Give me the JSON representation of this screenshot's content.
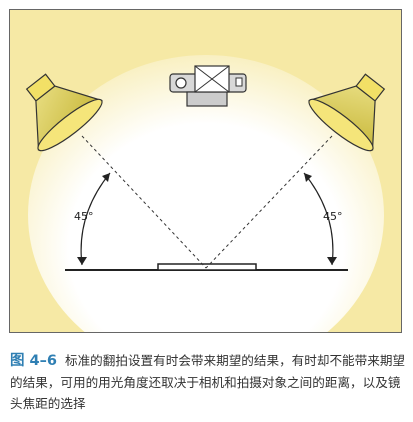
{
  "figure": {
    "background_color": "#f6e9a5",
    "spotlight_color": "#ffffff",
    "light_color": "#f2e066",
    "angle_left": "45°",
    "angle_right": "45°"
  },
  "caption": {
    "number": "图 4–6",
    "text": "标准的翻拍设置有时会带来期望的结果，有时却不能带来期望的结果，可用的用光角度还取决于相机和拍摄对象之间的距离，以及镜头焦距的选择"
  }
}
